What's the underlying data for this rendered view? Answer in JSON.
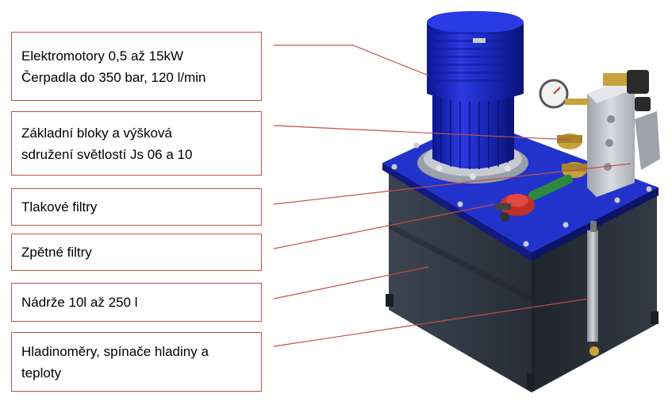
{
  "labels": [
    {
      "id": "elektromotory",
      "lines": [
        "Elektromotory 0,5 až 15kW",
        "Čerpadla  do 350 bar, 120 l/min"
      ]
    },
    {
      "id": "bloky",
      "lines": [
        "Základní bloky a výšková",
        "sdružení  světlostí Js 06 a 10"
      ]
    },
    {
      "id": "tlakove",
      "lines": [
        "Tlakové filtry"
      ]
    },
    {
      "id": "zpetne",
      "lines": [
        "Zpětné filtry"
      ]
    },
    {
      "id": "nadrze",
      "lines": [
        "Nádrže 10l až 250 l"
      ]
    },
    {
      "id": "hladinomery",
      "lines": [
        "Hladinoměry, spínače hladiny a",
        "teploty"
      ]
    }
  ],
  "colors": {
    "box_border": "#c0504d",
    "leader_line": "#c0504d",
    "motor_blue": "#1f2fd0",
    "tank_dark": "#2c3440",
    "valve_grey": "#b8bcc4",
    "brass": "#c8a23a"
  }
}
